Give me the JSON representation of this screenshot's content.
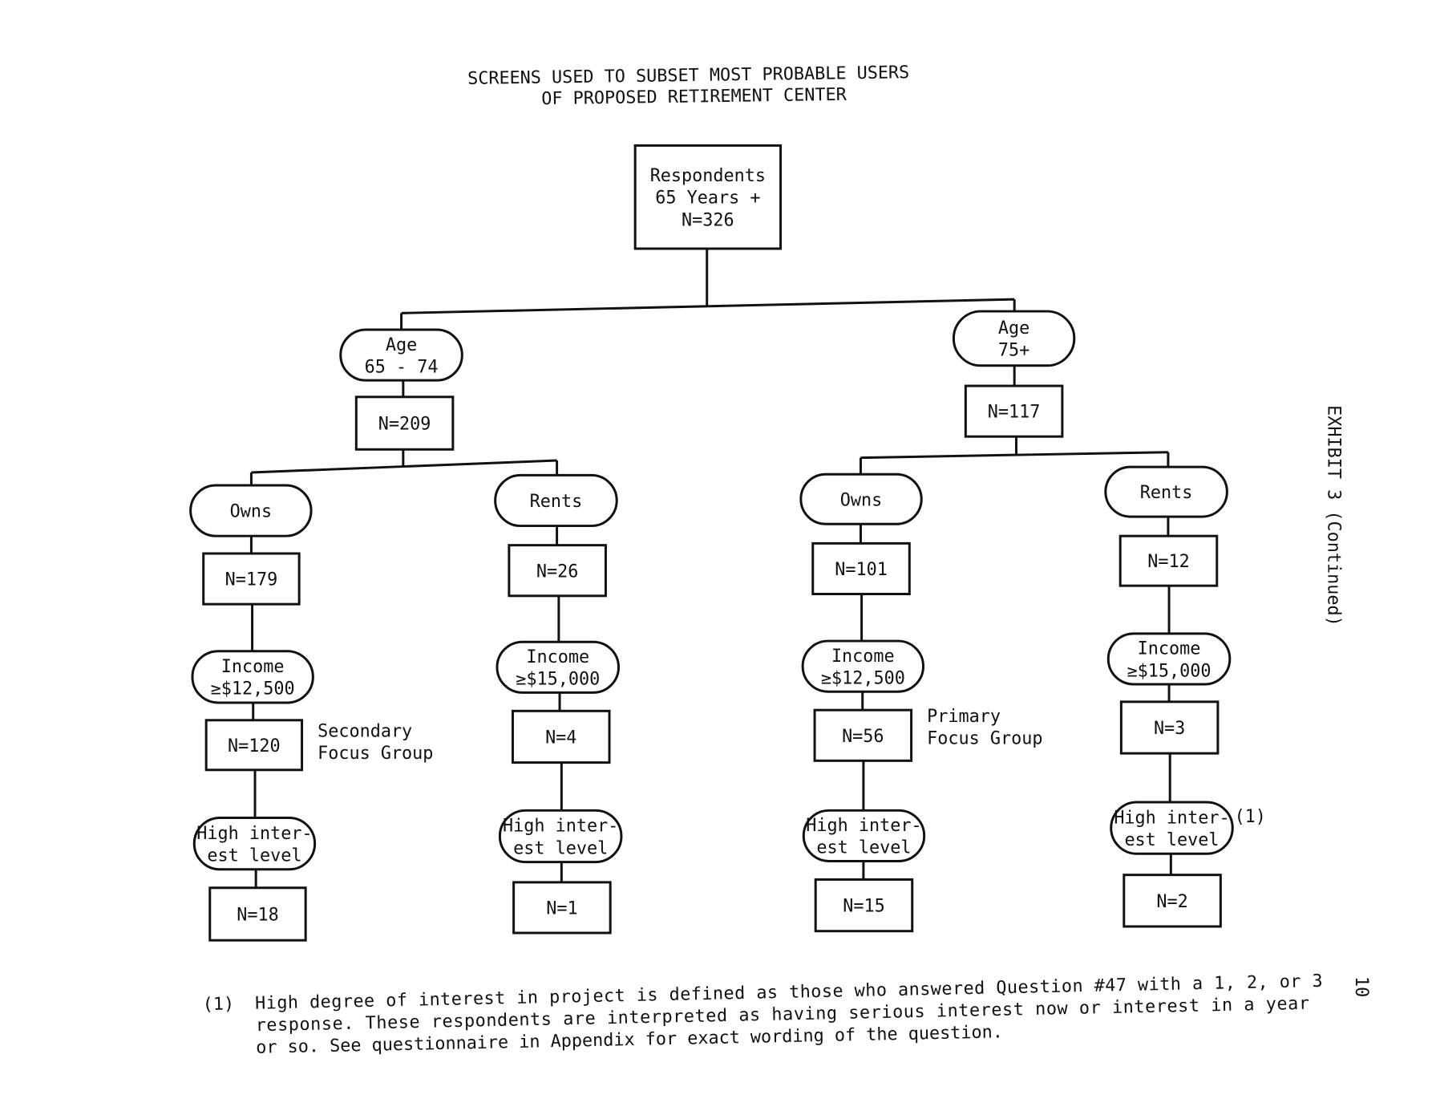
{
  "title": [
    "SCREENS USED TO SUBSET MOST PROBABLE USERS",
    "OF PROPOSED RETIREMENT CENTER"
  ],
  "side_label": "EXHIBIT  3  (Continued)",
  "page_number": "10",
  "nodes": {
    "root": [
      "Respondents",
      "65 Years +",
      "N=326"
    ],
    "age1": [
      "Age",
      "65 - 74"
    ],
    "n209": [
      "N=209"
    ],
    "age2": [
      "Age",
      "75+"
    ],
    "n117": [
      "N=117"
    ],
    "owns1": [
      "Owns"
    ],
    "n179": [
      "N=179"
    ],
    "inc1": [
      "Income",
      "≥$12,500"
    ],
    "n120": [
      "N=120"
    ],
    "hi1": [
      "High inter-",
      "est level"
    ],
    "n18": [
      "N=18"
    ],
    "rents1": [
      "Rents"
    ],
    "n26": [
      "N=26"
    ],
    "inc2": [
      "Income",
      "≥$15,000"
    ],
    "n4": [
      "N=4"
    ],
    "hi2": [
      "High inter-",
      "est level"
    ],
    "n1": [
      "N=1"
    ],
    "owns2": [
      "Owns"
    ],
    "n101": [
      "N=101"
    ],
    "inc3": [
      "Income",
      "≥$12,500"
    ],
    "n56": [
      "N=56"
    ],
    "hi3": [
      "High inter-",
      "est level"
    ],
    "n15": [
      "N=15"
    ],
    "rents2": [
      "Rents"
    ],
    "n12": [
      "N=12"
    ],
    "inc4": [
      "Income",
      "≥$15,000"
    ],
    "n3": [
      "N=3"
    ],
    "hi4": [
      "High inter-",
      "est level"
    ],
    "n2": [
      "N=2"
    ]
  },
  "annotations": {
    "secondary": [
      "Secondary",
      "Focus Group"
    ],
    "primary": [
      "Primary",
      "Focus Group"
    ],
    "footnote_ref": "(1)"
  },
  "footnote": {
    "marker": "(1)",
    "lines": [
      "High degree of interest in project is defined as those who answered Question #47 with a 1, 2, or 3",
      "response.  These respondents are interpreted as having serious interest now or interest in a year",
      "or so.  See questionnaire in Appendix for exact wording of the question."
    ]
  }
}
